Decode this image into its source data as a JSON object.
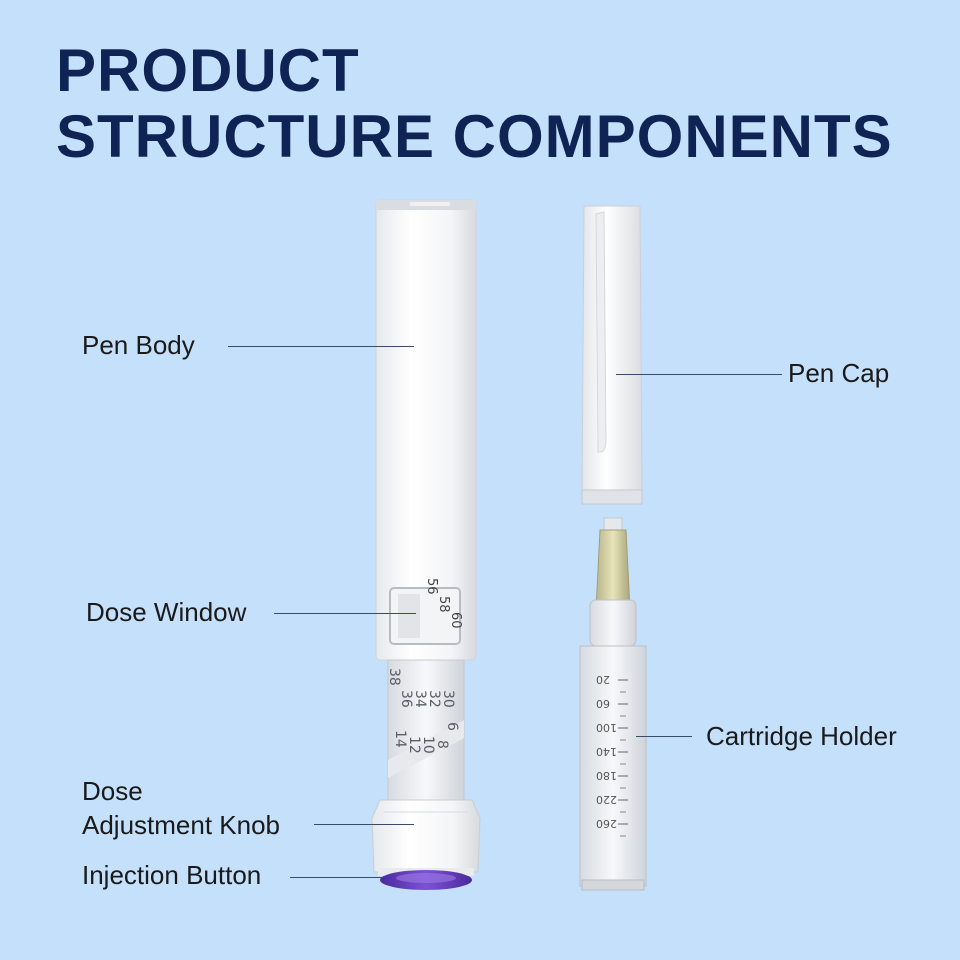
{
  "title": {
    "line1": "PRODUCT",
    "line2": "STRUCTURE COMPONENTS"
  },
  "labels": {
    "pen_body": "Pen Body",
    "pen_cap": "Pen Cap",
    "dose_window": "Dose Window",
    "cartridge_holder": "Cartridge Holder",
    "dose_adjustment_knob_line1": "Dose",
    "dose_adjustment_knob_line2": "Adjustment Knob",
    "injection_button": "Injection Button"
  },
  "dose_window_numbers": [
    "56",
    "58",
    "60"
  ],
  "dial_numbers": [
    "30",
    "32",
    "34",
    "36",
    "38",
    "6",
    "8",
    "10",
    "12",
    "14"
  ],
  "cartridge_scale": [
    "20",
    "60",
    "100",
    "140",
    "180",
    "220",
    "260"
  ],
  "colors": {
    "background": "#c4e0fb",
    "title": "#0f2354",
    "injection_button": "#6a3fc0"
  }
}
